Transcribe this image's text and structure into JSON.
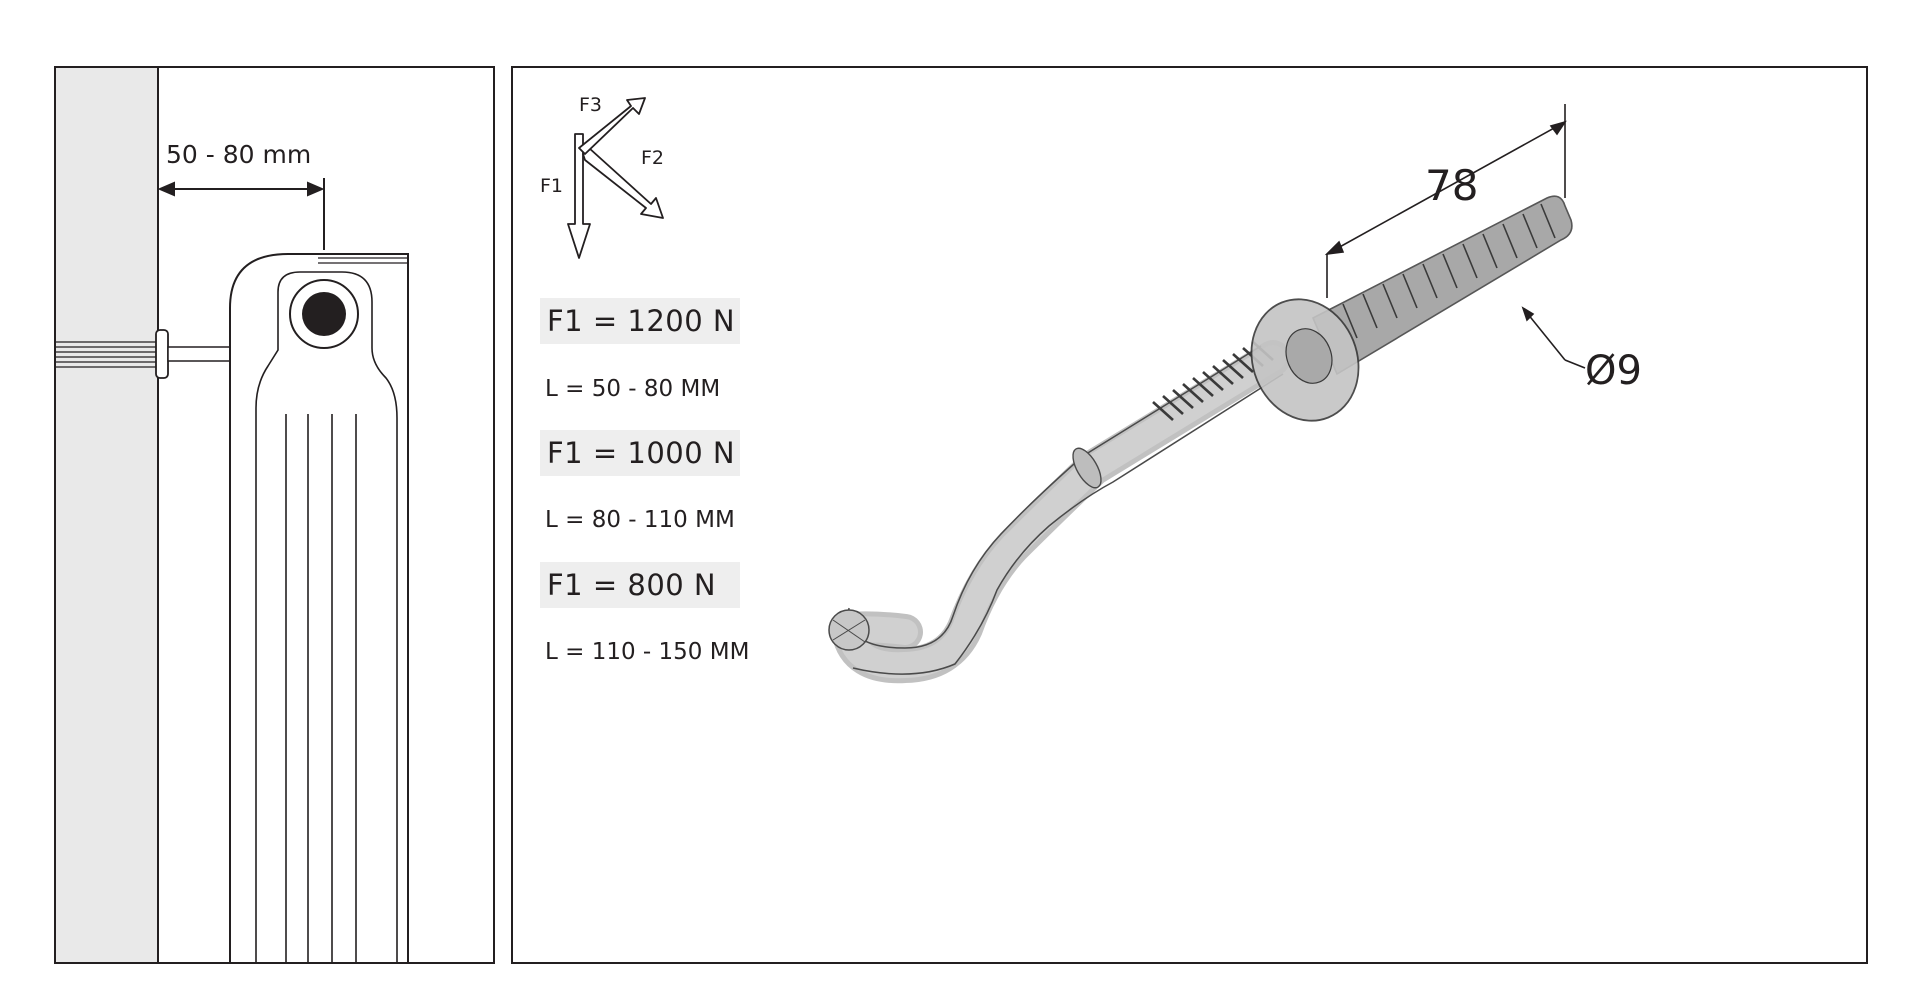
{
  "left_panel": {
    "gap_label": "50 - 80 mm"
  },
  "right_panel": {
    "axes": {
      "f1": "F1",
      "f2": "F2",
      "f3": "F3"
    },
    "specs": [
      {
        "force": "F1 = 1200 N",
        "length": "L = 50 - 80 MM"
      },
      {
        "force": "F1 = 1000 N",
        "length": "L = 80 - 110 MM"
      },
      {
        "force": "F1 = 800 N",
        "length": "L = 110 - 150 MM"
      }
    ],
    "dim_length": "78",
    "dim_diameter": "Ø9"
  }
}
